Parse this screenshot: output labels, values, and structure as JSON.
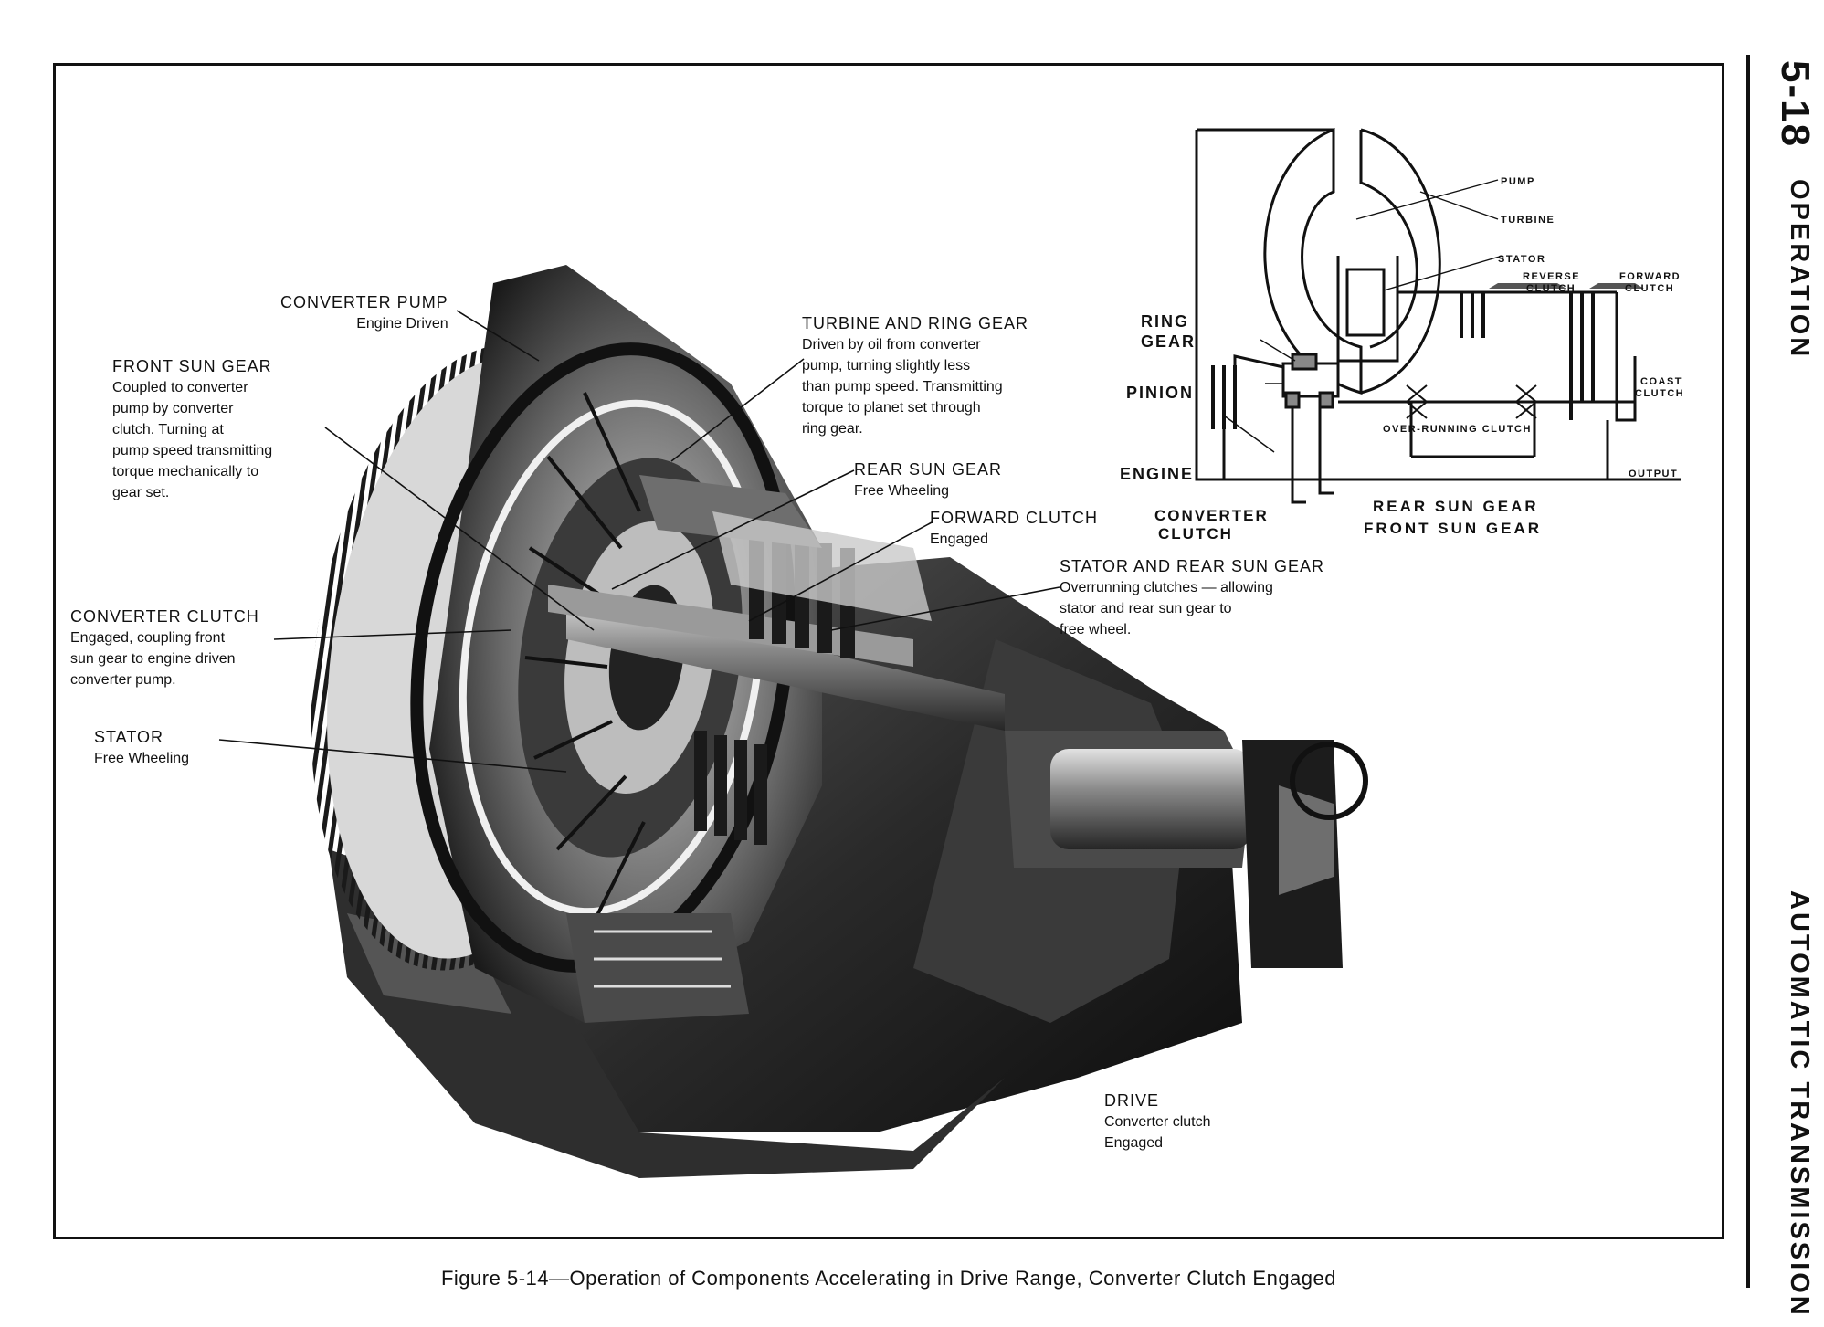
{
  "page": {
    "page_number": "5-18",
    "section": "OPERATION",
    "title": "AUTOMATIC TRANSMISSION"
  },
  "figure": {
    "caption": "Figure 5-14—Operation of Components Accelerating in Drive Range, Converter Clutch Engaged"
  },
  "callouts": {
    "converter_pump": {
      "head": "CONVERTER PUMP",
      "body": "Engine Driven"
    },
    "front_sun_gear": {
      "head": "FRONT SUN GEAR",
      "lines": [
        "Coupled to converter",
        "pump by converter",
        "clutch. Turning at",
        "pump speed transmitting",
        "torque mechanically to",
        "gear set."
      ]
    },
    "turbine_ring_gear": {
      "head": "TURBINE AND RING GEAR",
      "lines": [
        "Driven by oil from converter",
        "pump, turning slightly less",
        "than pump speed. Transmitting",
        "torque to planet set through",
        "ring gear."
      ]
    },
    "rear_sun_gear": {
      "head": "REAR SUN GEAR",
      "body": "Free Wheeling"
    },
    "forward_clutch": {
      "head": "FORWARD CLUTCH",
      "body": "Engaged"
    },
    "stator_rear_sun_gear": {
      "head": "STATOR AND REAR SUN GEAR",
      "lines": [
        "Overrunning clutches — allowing",
        "stator and rear sun gear to",
        "free wheel."
      ]
    },
    "converter_clutch": {
      "head": "CONVERTER CLUTCH",
      "lines": [
        "Engaged, coupling front",
        "sun gear to engine driven",
        "converter pump."
      ]
    },
    "stator": {
      "head": "STATOR",
      "body": "Free Wheeling"
    },
    "drive": {
      "head": "DRIVE",
      "lines": [
        "Converter clutch",
        "Engaged"
      ]
    }
  },
  "schematic": {
    "pump": "PUMP",
    "turbine": "TURBINE",
    "stator": "STATOR",
    "reverse_clutch": [
      "REVERSE",
      "CLUTCH"
    ],
    "forward_clutch": [
      "FORWARD",
      "CLUTCH"
    ],
    "ring_gear": [
      "RING",
      "GEAR"
    ],
    "pinion": "PINION",
    "coast_clutch": [
      "COAST",
      "CLUTCH"
    ],
    "over_running_clutch": "OVER-RUNNING CLUTCH",
    "engine": "ENGINE",
    "output": "OUTPUT",
    "converter_clutch": [
      "CONVERTER",
      "CLUTCH"
    ],
    "rear_sun_gear": "REAR SUN GEAR",
    "front_sun_gear": "FRONT SUN GEAR"
  },
  "colors": {
    "ink": "#111111",
    "paper": "#ffffff",
    "shade_dark": "#2a2a2a",
    "shade_mid": "#6e6e6e",
    "shade_light": "#c9c9c9"
  }
}
